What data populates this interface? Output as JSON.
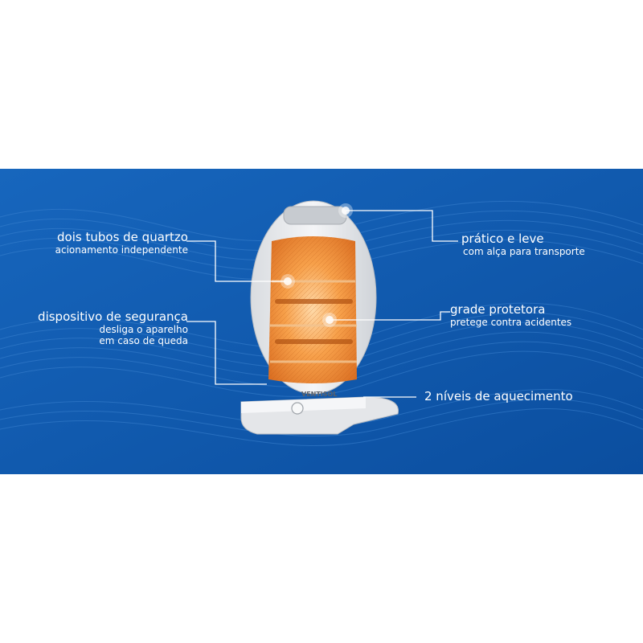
{
  "features": {
    "quartz": {
      "title": "dois tubos de quartzo",
      "sub": "acionamento independente"
    },
    "safety": {
      "title": "dispositivo de segurança",
      "sub1": "desliga o aparelho",
      "sub2": "em caso de queda"
    },
    "handle": {
      "title": "prático e leve",
      "sub": "com alça para transporte"
    },
    "grill": {
      "title": "grade protetora",
      "sub": "pretege contra acidentes"
    },
    "levels": {
      "title": "2 níveis de aquecimento"
    }
  },
  "product": {
    "brand": "VENTISOL"
  },
  "colors": {
    "banner": "#0e57ad",
    "glow": "#f08a2a",
    "body": "#e9ebee",
    "line": "#ffffff"
  }
}
